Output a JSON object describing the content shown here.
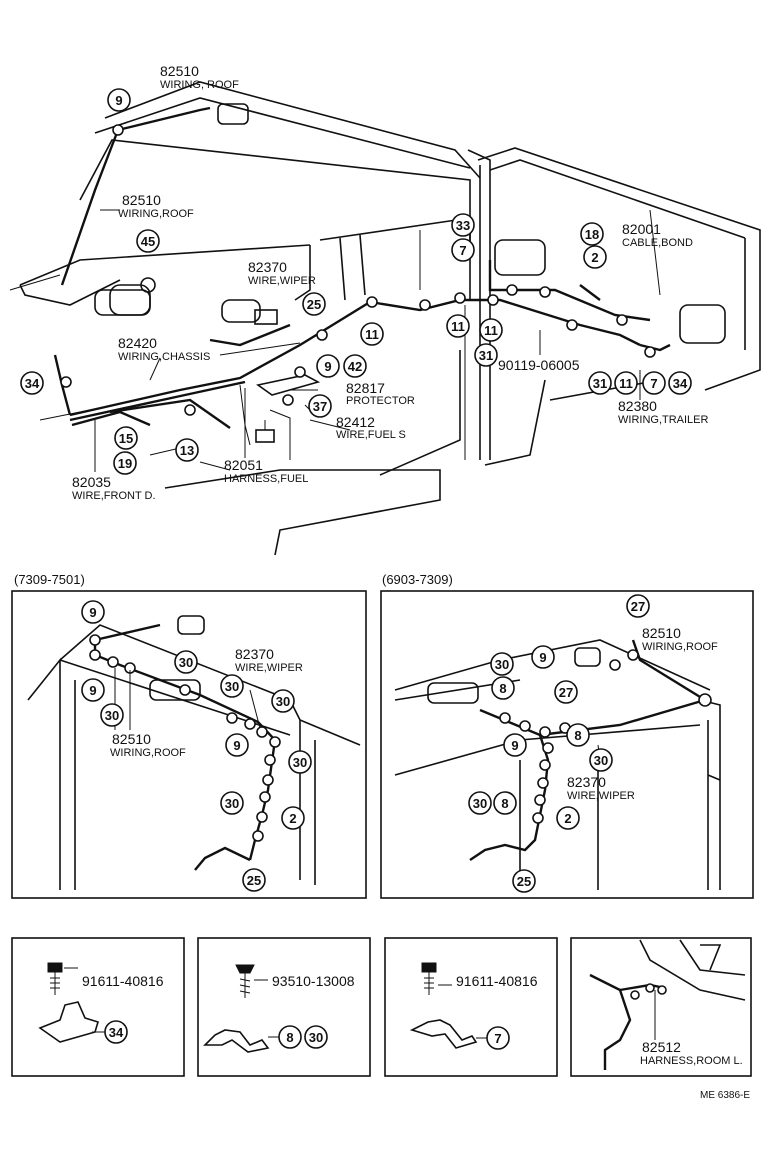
{
  "main": {
    "labels": [
      {
        "id": "p82510a",
        "num": "82510",
        "desc": "WIRING, ROOF"
      },
      {
        "id": "p82510b",
        "num": "82510",
        "desc": "WIRING,ROOF"
      },
      {
        "id": "p82370",
        "num": "82370",
        "desc": "WIRE,WIPER"
      },
      {
        "id": "p82001",
        "num": "82001",
        "desc": "CABLE,BOND"
      },
      {
        "id": "p82420",
        "num": "82420",
        "desc": "WIRING,CHASSIS"
      },
      {
        "id": "p82817",
        "num": "82817",
        "desc": "PROTECTOR"
      },
      {
        "id": "p82412",
        "num": "82412",
        "desc": "WIRE,FUEL S"
      },
      {
        "id": "p82051",
        "num": "82051",
        "desc": "HARNESS,FUEL"
      },
      {
        "id": "p82035",
        "num": "82035",
        "desc": "WIRE,FRONT D."
      },
      {
        "id": "p82380",
        "num": "82380",
        "desc": "WIRING,TRAILER"
      }
    ],
    "bolt_code": "90119-06005",
    "callouts": [
      "9",
      "45",
      "25",
      "11",
      "11",
      "11",
      "33",
      "7",
      "18",
      "2",
      "31",
      "31",
      "11",
      "7",
      "34",
      "9",
      "42",
      "37",
      "34",
      "15",
      "13",
      "19"
    ]
  },
  "inset_left": {
    "header": "(7309-7501)",
    "labels": [
      {
        "id": "l82370",
        "num": "82370",
        "desc": "WIRE,WIPER"
      },
      {
        "id": "l82510",
        "num": "82510",
        "desc": "WIRING,ROOF"
      }
    ],
    "callouts": [
      "9",
      "9",
      "30",
      "30",
      "30",
      "30",
      "9",
      "30",
      "30",
      "2",
      "25"
    ]
  },
  "inset_right": {
    "header": "(6903-7309)",
    "labels": [
      {
        "id": "r82510",
        "num": "82510",
        "desc": "WIRING,ROOF"
      },
      {
        "id": "r82370",
        "num": "82370",
        "desc": "WIRE,WIPER"
      }
    ],
    "callouts": [
      "27",
      "30",
      "9",
      "8",
      "27",
      "9",
      "8",
      "30",
      "30",
      "8",
      "2",
      "25"
    ]
  },
  "parts_boxes": [
    {
      "part": "91611-40816",
      "callout": "34"
    },
    {
      "part": "93510-13008",
      "callouts": [
        "8",
        "30"
      ]
    },
    {
      "part": "91611-40816",
      "callout": "7"
    },
    {
      "part": "82512",
      "desc": "HARNESS,ROOM L."
    }
  ],
  "footer_code": "ME 6386-E"
}
